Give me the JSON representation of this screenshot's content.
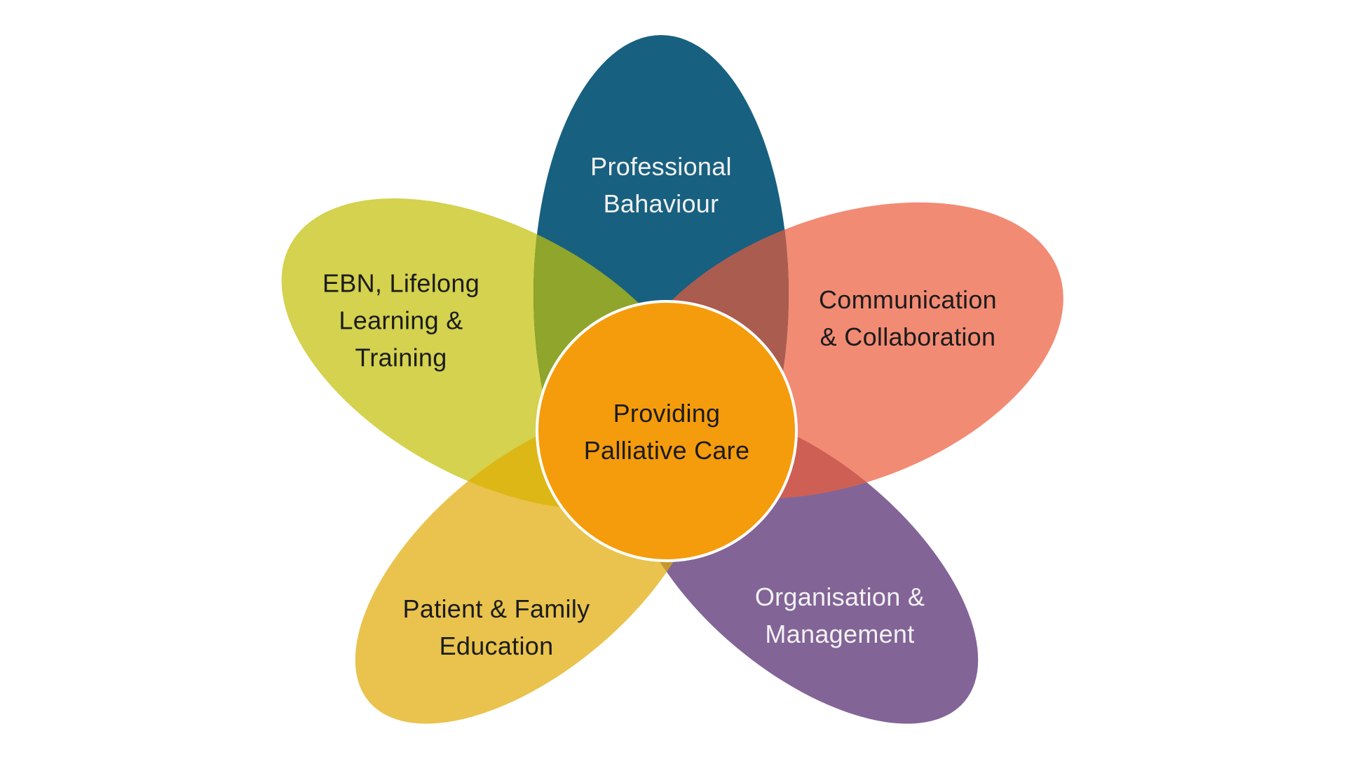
{
  "diagram": {
    "type": "flower",
    "center": {
      "label_lines": [
        "Providing",
        "Palliative Care"
      ],
      "fill": "#F59C0C",
      "stroke": "#FFFFFF"
    },
    "petals": [
      {
        "id": "professional-behaviour",
        "label_lines": [
          "Professional",
          "Bahaviour"
        ],
        "fill": "#186080",
        "text_color": "#F2F2F2"
      },
      {
        "id": "communication-collaboration",
        "label_lines": [
          "Communication",
          "& Collaboration"
        ],
        "fill": "#F28B74",
        "text_color": "#1B1B1B"
      },
      {
        "id": "organisation-management",
        "label_lines": [
          "Organisation &",
          "Management"
        ],
        "fill": "#826497",
        "text_color": "#F2F2F2"
      },
      {
        "id": "patient-family-education",
        "label_lines": [
          "Patient & Family",
          "Education"
        ],
        "fill": "#E9C34D",
        "text_color": "#1B1B1B"
      },
      {
        "id": "ebn-lifelong-learning-training",
        "label_lines": [
          "EBN, Lifelong",
          "Learning &",
          "Training"
        ],
        "fill": "#D4D24E",
        "text_color": "#1B1B1B"
      }
    ],
    "overlaps": {
      "ebn_professional": "#8FA52B",
      "professional_communication": "#AA5C4F",
      "communication_organisation": "#CD5F55",
      "organisation_patient": "#C6992F",
      "patient_ebn": "#DDB715"
    }
  }
}
